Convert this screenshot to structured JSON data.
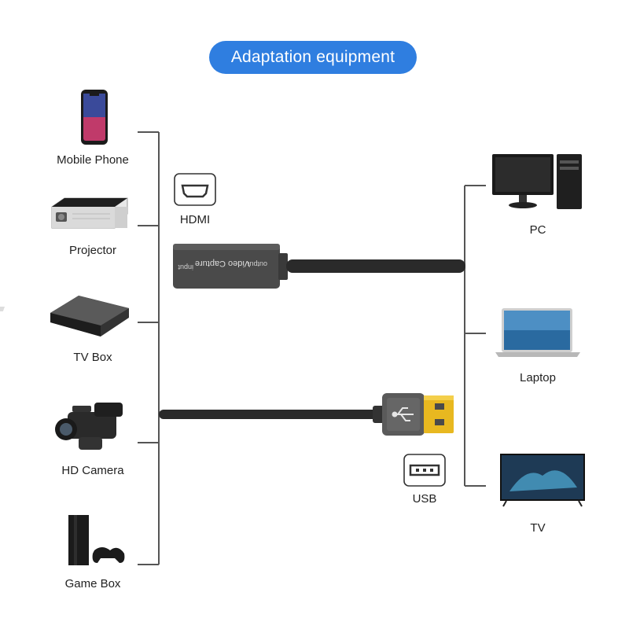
{
  "title": "Adaptation equipment",
  "inputs": [
    {
      "label": "Mobile Phone",
      "icon": "mobile-phone-icon"
    },
    {
      "label": "Projector",
      "icon": "projector-icon"
    },
    {
      "label": "TV Box",
      "icon": "tv-box-icon"
    },
    {
      "label": "HD Camera",
      "icon": "hd-camera-icon"
    },
    {
      "label": "Game Box",
      "icon": "game-box-icon"
    }
  ],
  "outputs": [
    {
      "label": "PC",
      "icon": "desktop-pc-icon"
    },
    {
      "label": "Laptop",
      "icon": "laptop-icon"
    },
    {
      "label": "TV",
      "icon": "tv-icon"
    }
  ],
  "ports": {
    "hdmi": {
      "label": "HDMI",
      "icon": "hdmi-port-icon"
    },
    "usb": {
      "label": "USB",
      "icon": "usb-port-icon"
    }
  },
  "device": {
    "name": "Video Capture",
    "input_label": "input",
    "output_label": "output"
  },
  "colors": {
    "title_bg": "#2f7ee0",
    "line": "#555555",
    "device_body": "#4a4a4a",
    "usb_gold": "#e8b820"
  }
}
